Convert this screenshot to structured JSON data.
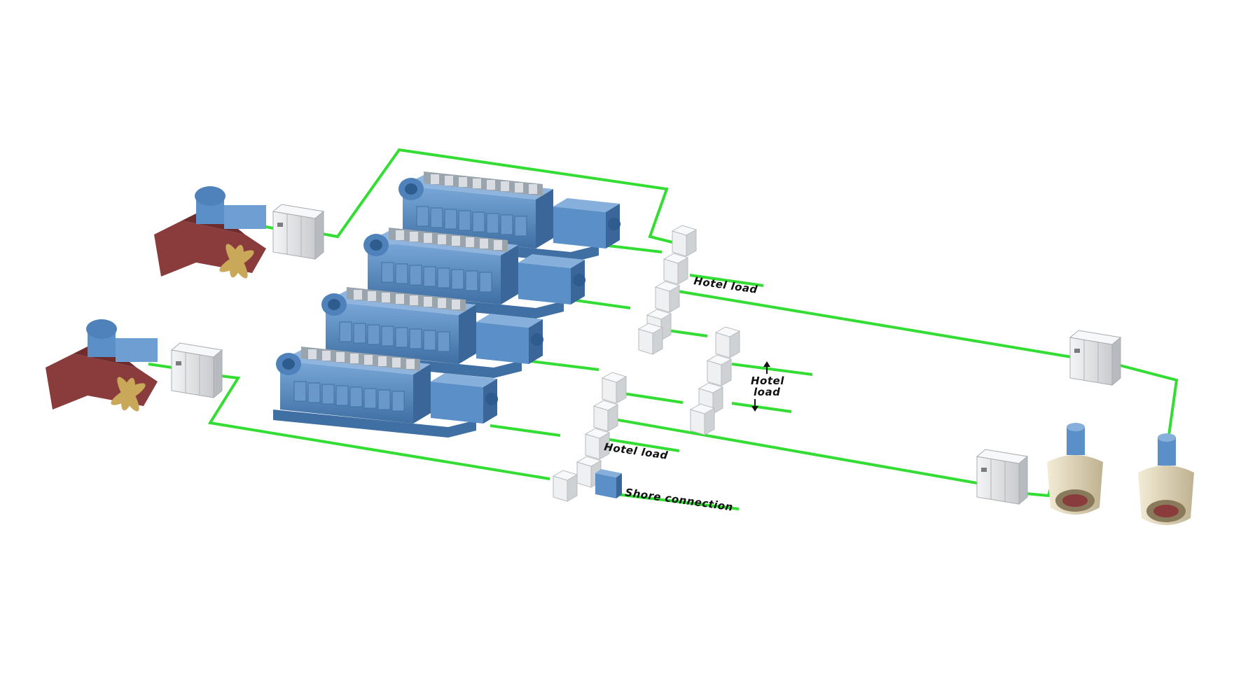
{
  "labels": {
    "hotel_load_top": "Hotel load",
    "hotel_load_mid_line1": "Hotel",
    "hotel_load_mid_line2": "load",
    "hotel_load_bottom": "Hotel load",
    "shore_connection": "Shore connection"
  },
  "colors": {
    "cable": "#33dd33",
    "engine": "#5b8fc7",
    "engine_dark": "#3f6fa3",
    "switchboard": "#e9eaec",
    "pod_hull": "#8a3b3b",
    "propeller": "#c9a85a",
    "thruster": "#e7dcc0"
  },
  "icons": [
    "pod-propulsor-icon",
    "diesel-generator-icon",
    "converter-cabinet-icon",
    "switchboard-icon",
    "transformer-icon",
    "tunnel-thruster-icon",
    "arrow-up-icon",
    "arrow-down-icon"
  ]
}
